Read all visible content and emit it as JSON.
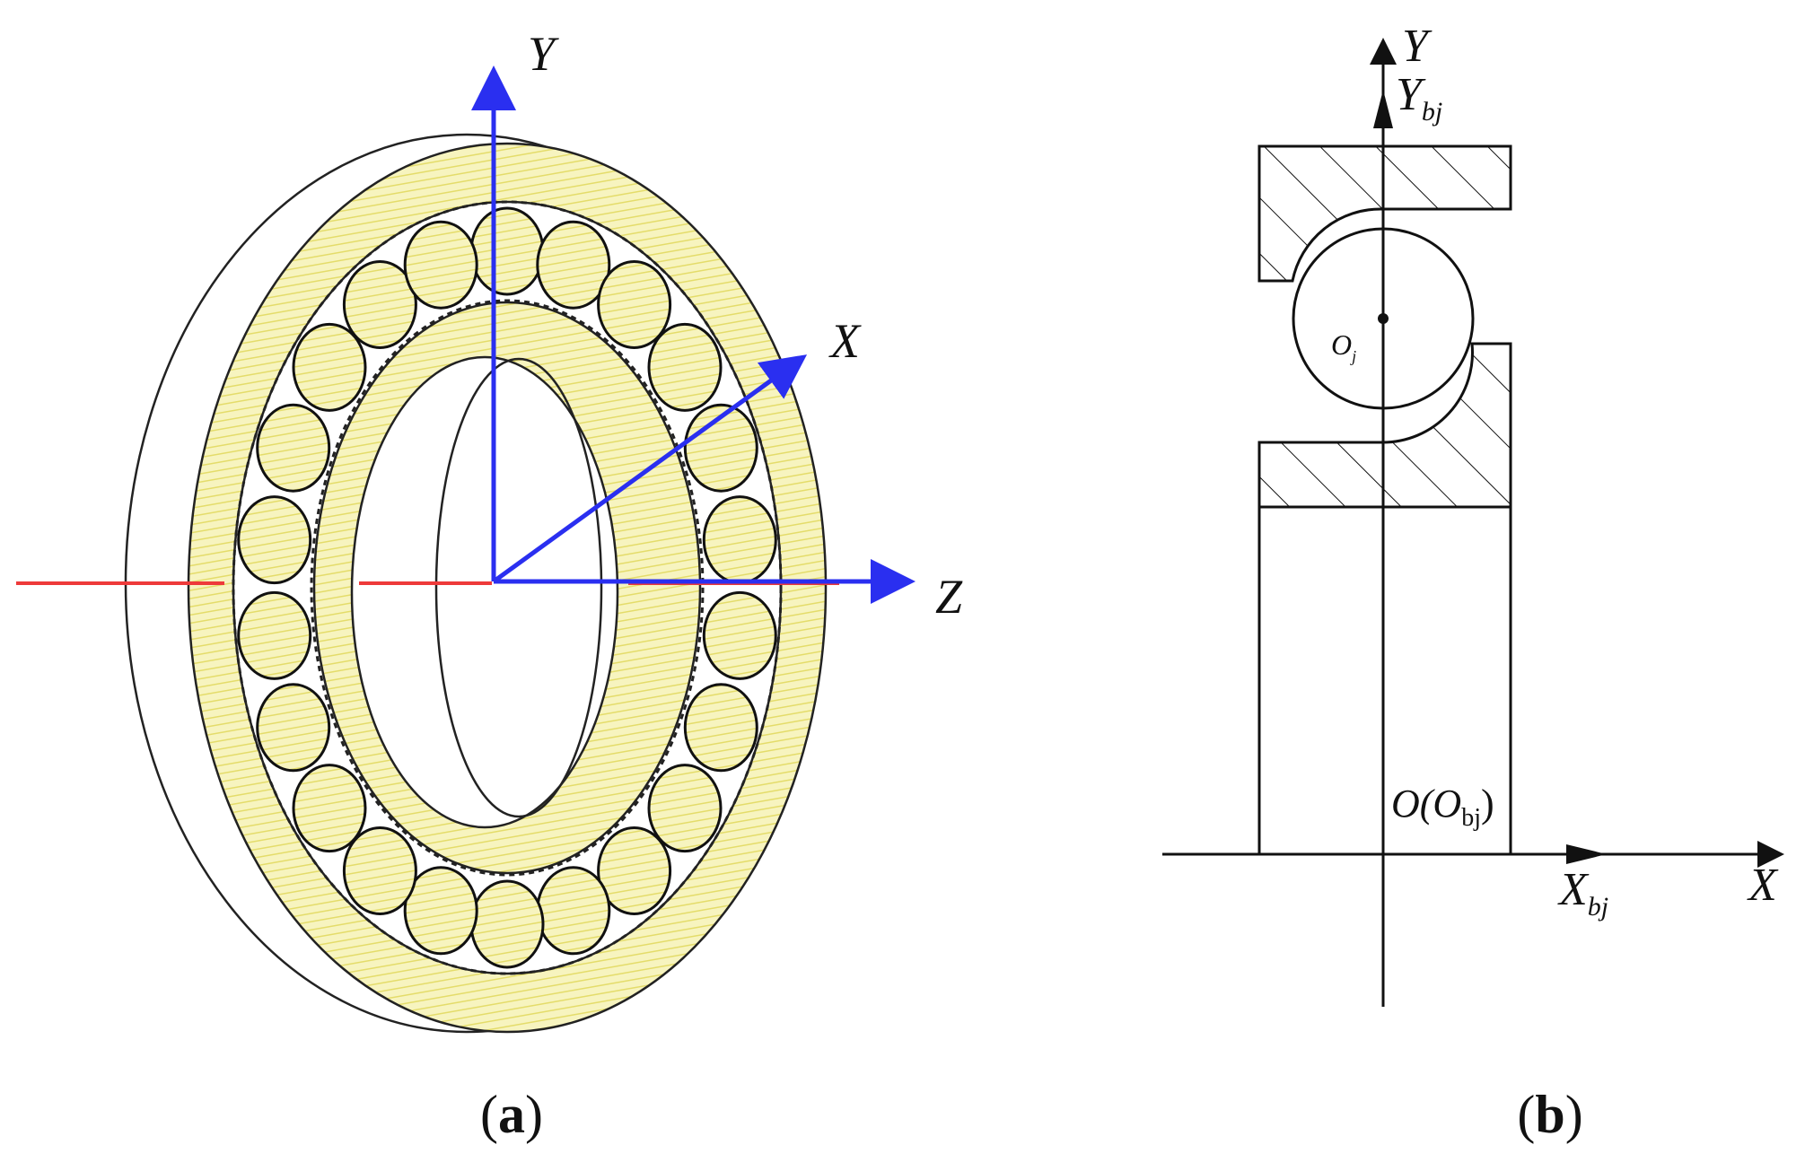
{
  "panel_a": {
    "caption_open": "(",
    "caption_letter": "a",
    "caption_close": ")",
    "axis_y": "Y",
    "axis_x": "X",
    "axis_z": "Z",
    "ball_count": 22
  },
  "panel_b": {
    "caption_open": "(",
    "caption_letter": "b",
    "caption_close": ")",
    "axis_y": "Y",
    "axis_ybj_main": "Y",
    "axis_ybj_sub": "bj",
    "ball_center_main": "O",
    "ball_center_sub": "j",
    "origin_main": "O(O",
    "origin_sub": "bj",
    "origin_close": ")",
    "axis_xbj_main": "X",
    "axis_xbj_sub": "bj",
    "axis_x": "X"
  },
  "colors": {
    "axis_blue": "#2a2ff0",
    "shaft_red": "#ee3a3a",
    "race_yellow": "#f6f3b6",
    "line": "#111111"
  }
}
